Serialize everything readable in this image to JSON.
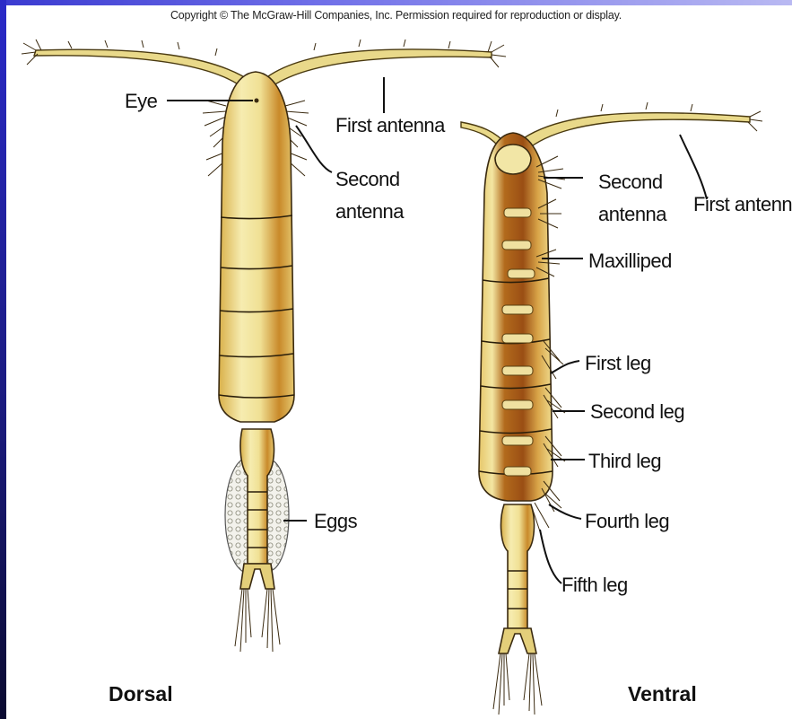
{
  "copyright": "Copyright © The McGraw-Hill Companies, Inc. Permission required for reproduction or display.",
  "views": {
    "dorsal": "Dorsal",
    "ventral": "Ventral"
  },
  "labels": {
    "eye": "Eye",
    "first_antenna_left": "First antenna",
    "second_antenna_left_1": "Second",
    "second_antenna_left_2": "antenna",
    "eggs": "Eggs",
    "second_antenna_right_1": "Second",
    "second_antenna_right_2": "antenna",
    "first_antenna_right": "First antenna",
    "maxilliped": "Maxilliped",
    "first_leg": "First leg",
    "second_leg": "Second leg",
    "third_leg": "Third leg",
    "fourth_leg": "Fourth leg",
    "fifth_leg": "Fifth leg"
  },
  "colors": {
    "body_fill": "#efe29a",
    "body_dark": "#b8761e",
    "egg_fill": "#f2f1ea",
    "ink": "#111111"
  }
}
